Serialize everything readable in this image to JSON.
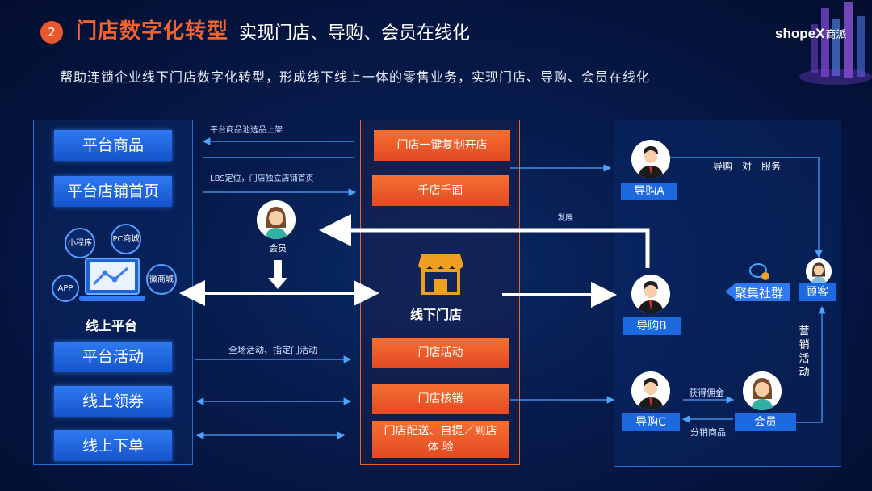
{
  "header": {
    "number": "2",
    "title": "门店数字化转型",
    "subtitle": "实现门店、导购、会员在线化",
    "brand": "shopeX",
    "brand_cn": "商派"
  },
  "intro": "帮助连锁企业线下门店数字化转型，形成线下线上一体的零售业务，实现门店、导购、会员在线化",
  "left_panel": {
    "items": [
      "平台商品",
      "平台店铺首页",
      "平台活动",
      "线上领券",
      "线上下单"
    ],
    "label": "线上平台",
    "bubbles": [
      "小程序",
      "PC商城",
      "微商城",
      "APP"
    ]
  },
  "middle_panel": {
    "items": [
      "门店一键复制开店",
      "千店千面",
      "门店活动",
      "门店核销",
      "门店配送、自提／到店体 验"
    ],
    "store_label": "线下门店",
    "colors": {
      "accent": "#f0642d",
      "border": "#e8652b"
    }
  },
  "arrows": {
    "pool": "平台商品池选品上架",
    "lbs": "LBS定位，门店独立店铺首页",
    "activity": "全场活动、指定门活动",
    "develop": "发展",
    "one_on_one": "导购一对一服务",
    "commission": "获得佣金",
    "distribute": "分销商品"
  },
  "member_top": "会员",
  "right_panel": {
    "guide_a": "导购A",
    "guide_b": "导购B",
    "guide_c": "导购C",
    "customer": "顾客",
    "member": "会员",
    "community": "聚集社群",
    "marketing": "营销活动"
  }
}
